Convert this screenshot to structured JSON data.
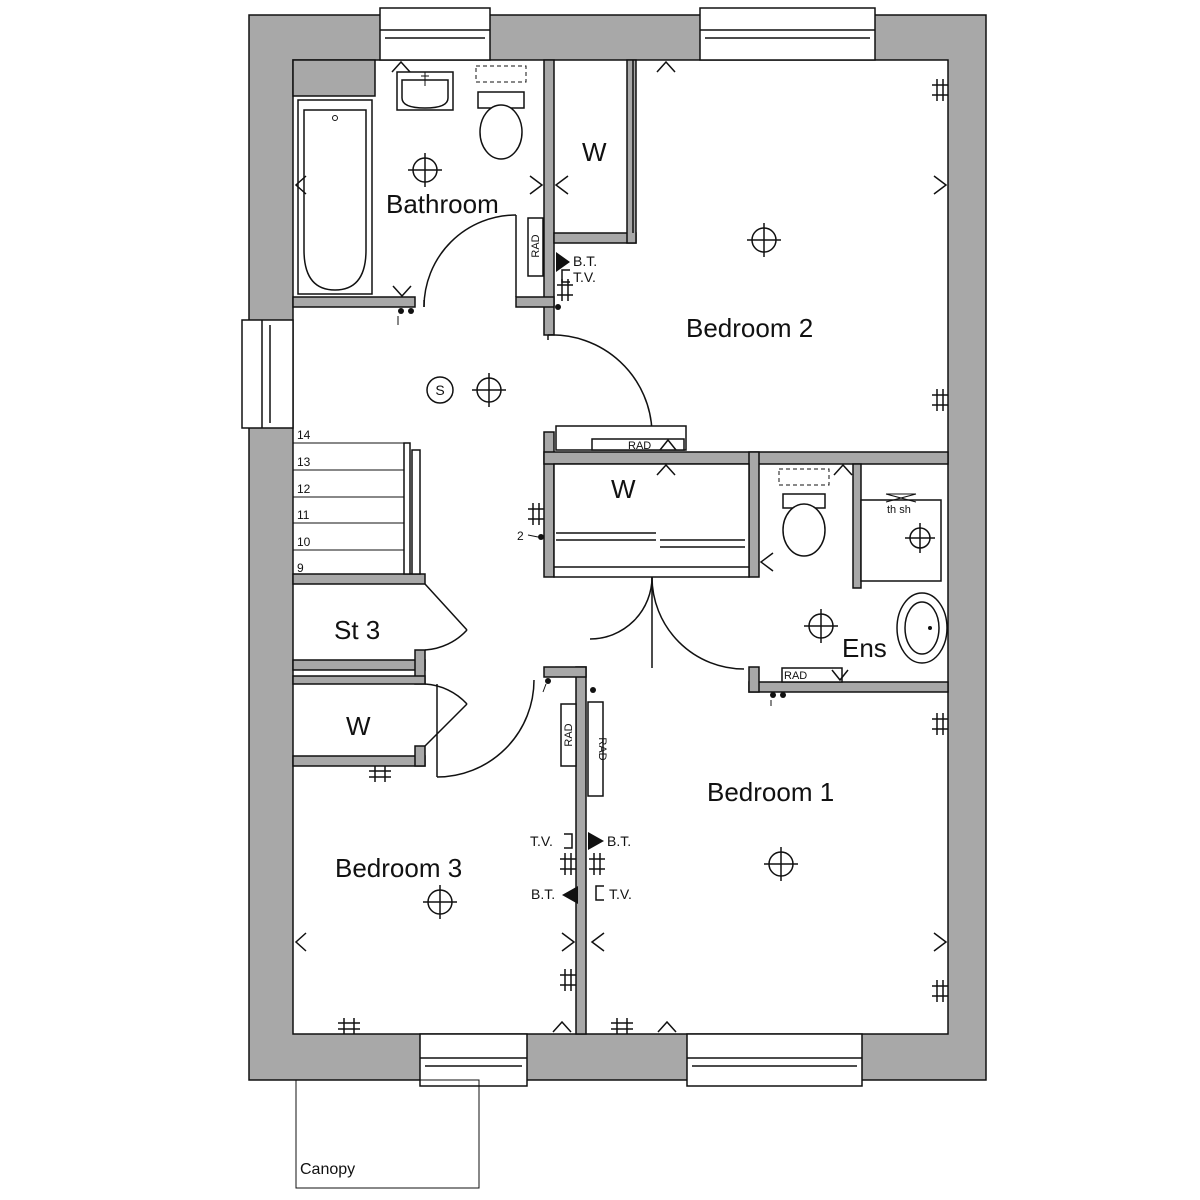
{
  "rooms": {
    "bathroom": "Bathroom",
    "bedroom1": "Bedroom 1",
    "bedroom2": "Bedroom 2",
    "bedroom3": "Bedroom 3",
    "ensuite": "Ens",
    "wardrobe": "W",
    "store": "St 3",
    "canopy": "Canopy"
  },
  "labels": {
    "radiator": "RAD",
    "telephone": "B.T.",
    "television": "T.V.",
    "shower": "th sh",
    "smoke_detector": "S",
    "switch_two": "2"
  },
  "stairs": {
    "steps": [
      "14",
      "13",
      "12",
      "11",
      "10",
      "9"
    ]
  }
}
